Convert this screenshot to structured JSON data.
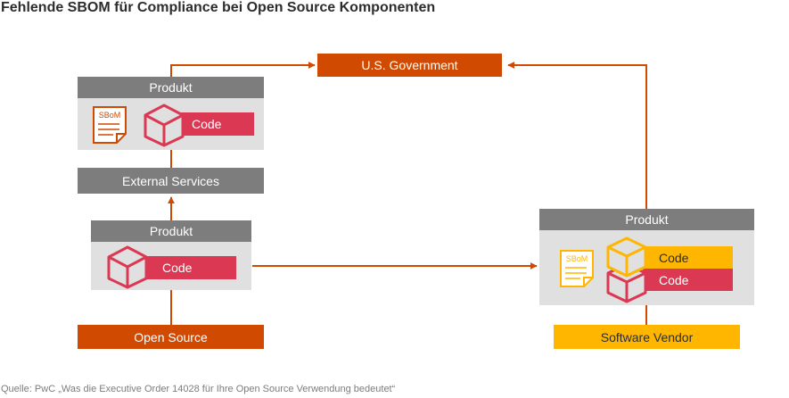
{
  "title": "Fehlende SBOM für Compliance bei Open Source Komponenten",
  "source": "Quelle: PwC „Was die Executive Order 14028 für Ihre Open Source Verwendung bedeutet“",
  "us_government": "U.S. Government",
  "product_top": {
    "header": "Produkt",
    "sbom_label": "SBoM",
    "code_label": "Code"
  },
  "external_services": "External Services",
  "product_middle": {
    "header": "Produkt",
    "code_label": "Code"
  },
  "open_source": "Open Source",
  "product_right": {
    "header": "Produkt",
    "sbom_label": "SBoM",
    "code_vendor_label": "Code",
    "code_oss_label": "Code"
  },
  "software_vendor": "Software Vendor",
  "colors": {
    "orange": "#d04a02",
    "red": "#db3853",
    "yellow": "#ffb600",
    "gray": "#7d7d7d",
    "light_gray": "#e0e0e0"
  }
}
